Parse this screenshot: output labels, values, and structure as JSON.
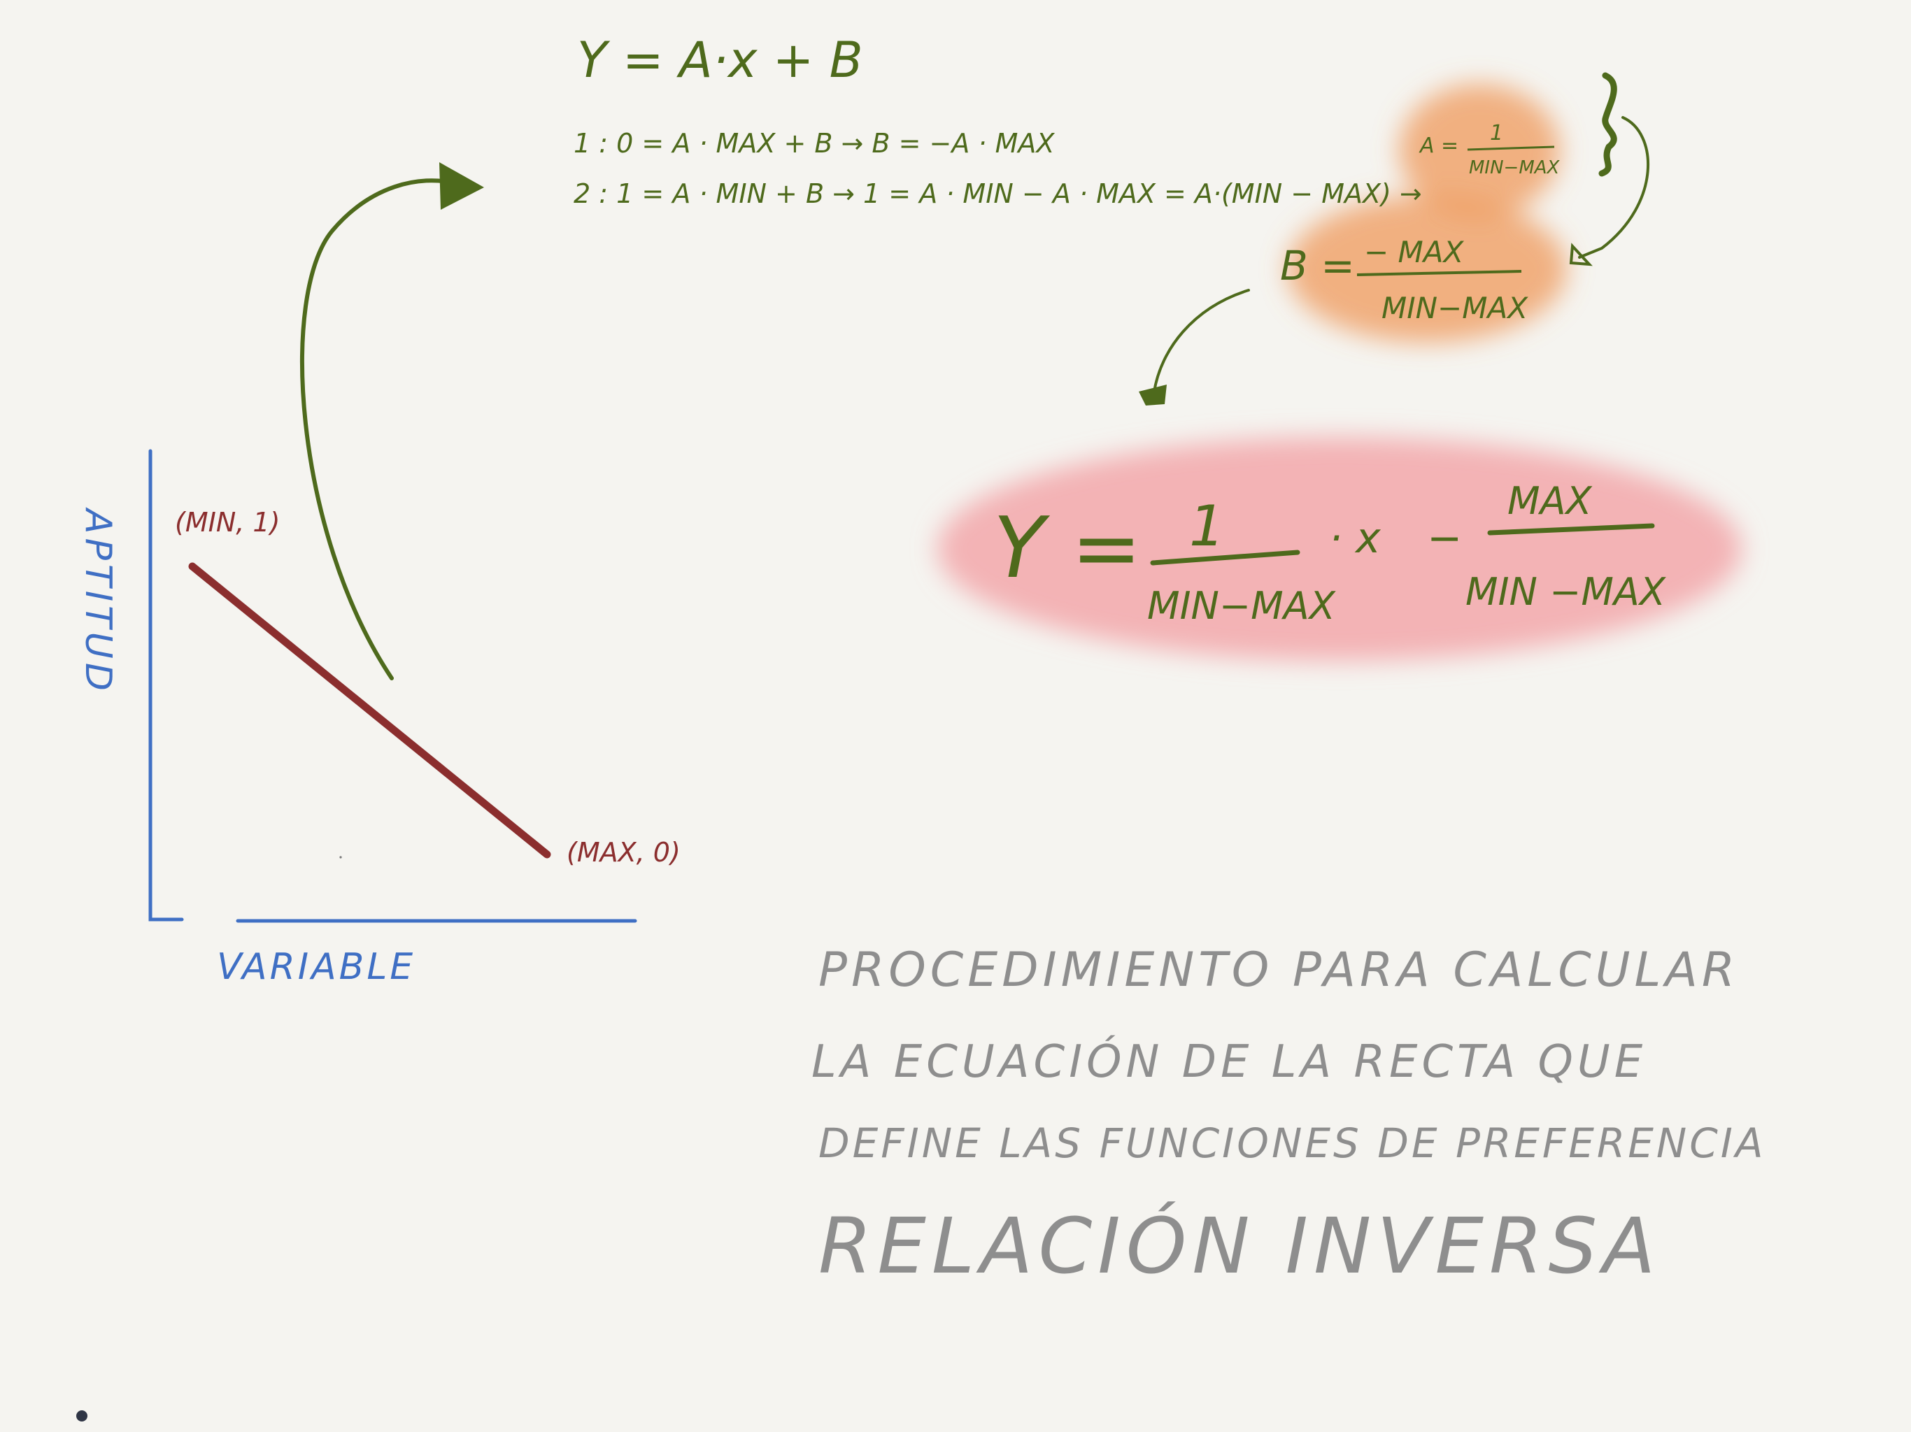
{
  "colors": {
    "background": "#f5f4f0",
    "green_ink": "#4e6a1c",
    "red_ink": "#8b2e2e",
    "blue_ink": "#3f6fc4",
    "gray_ink": "#8e8e8e",
    "orange_highlight": "#ef9a5c",
    "pink_highlight": "#f3a3a6"
  },
  "graph": {
    "y_axis_label": "APTITUD",
    "x_axis_label": "VARIABLE",
    "point_min": "(MIN, 1)",
    "point_max": "(MAX, 0)"
  },
  "equations": {
    "general": "Y = A·x + B",
    "line1": "1 :  0 = A · MAX + B  →  B = −A · MAX",
    "line2": "2 :  1 = A · MIN + B  →  1 = A · MIN − A · MAX  =  A·(MIN − MAX)  →",
    "a_lhs": "A =",
    "a_num": "1",
    "a_den": "MIN−MAX",
    "b_lhs": "B =",
    "b_num": "− MAX",
    "b_den": "MIN−MAX"
  },
  "final": {
    "lhs": "Y =",
    "frac1_num": "1",
    "frac1_den": "MIN−MAX",
    "times_x": "· x",
    "minus": "−",
    "frac2_num": "MAX",
    "frac2_den": "MIN −MAX"
  },
  "description": {
    "line1": "PROCEDIMIENTO PARA CALCULAR",
    "line2": "LA ECUACIÓN DE LA RECTA QUE",
    "line3": "DEFINE LAS FUNCIONES DE PREFERENCIA",
    "line4": "RELACIÓN INVERSA"
  }
}
